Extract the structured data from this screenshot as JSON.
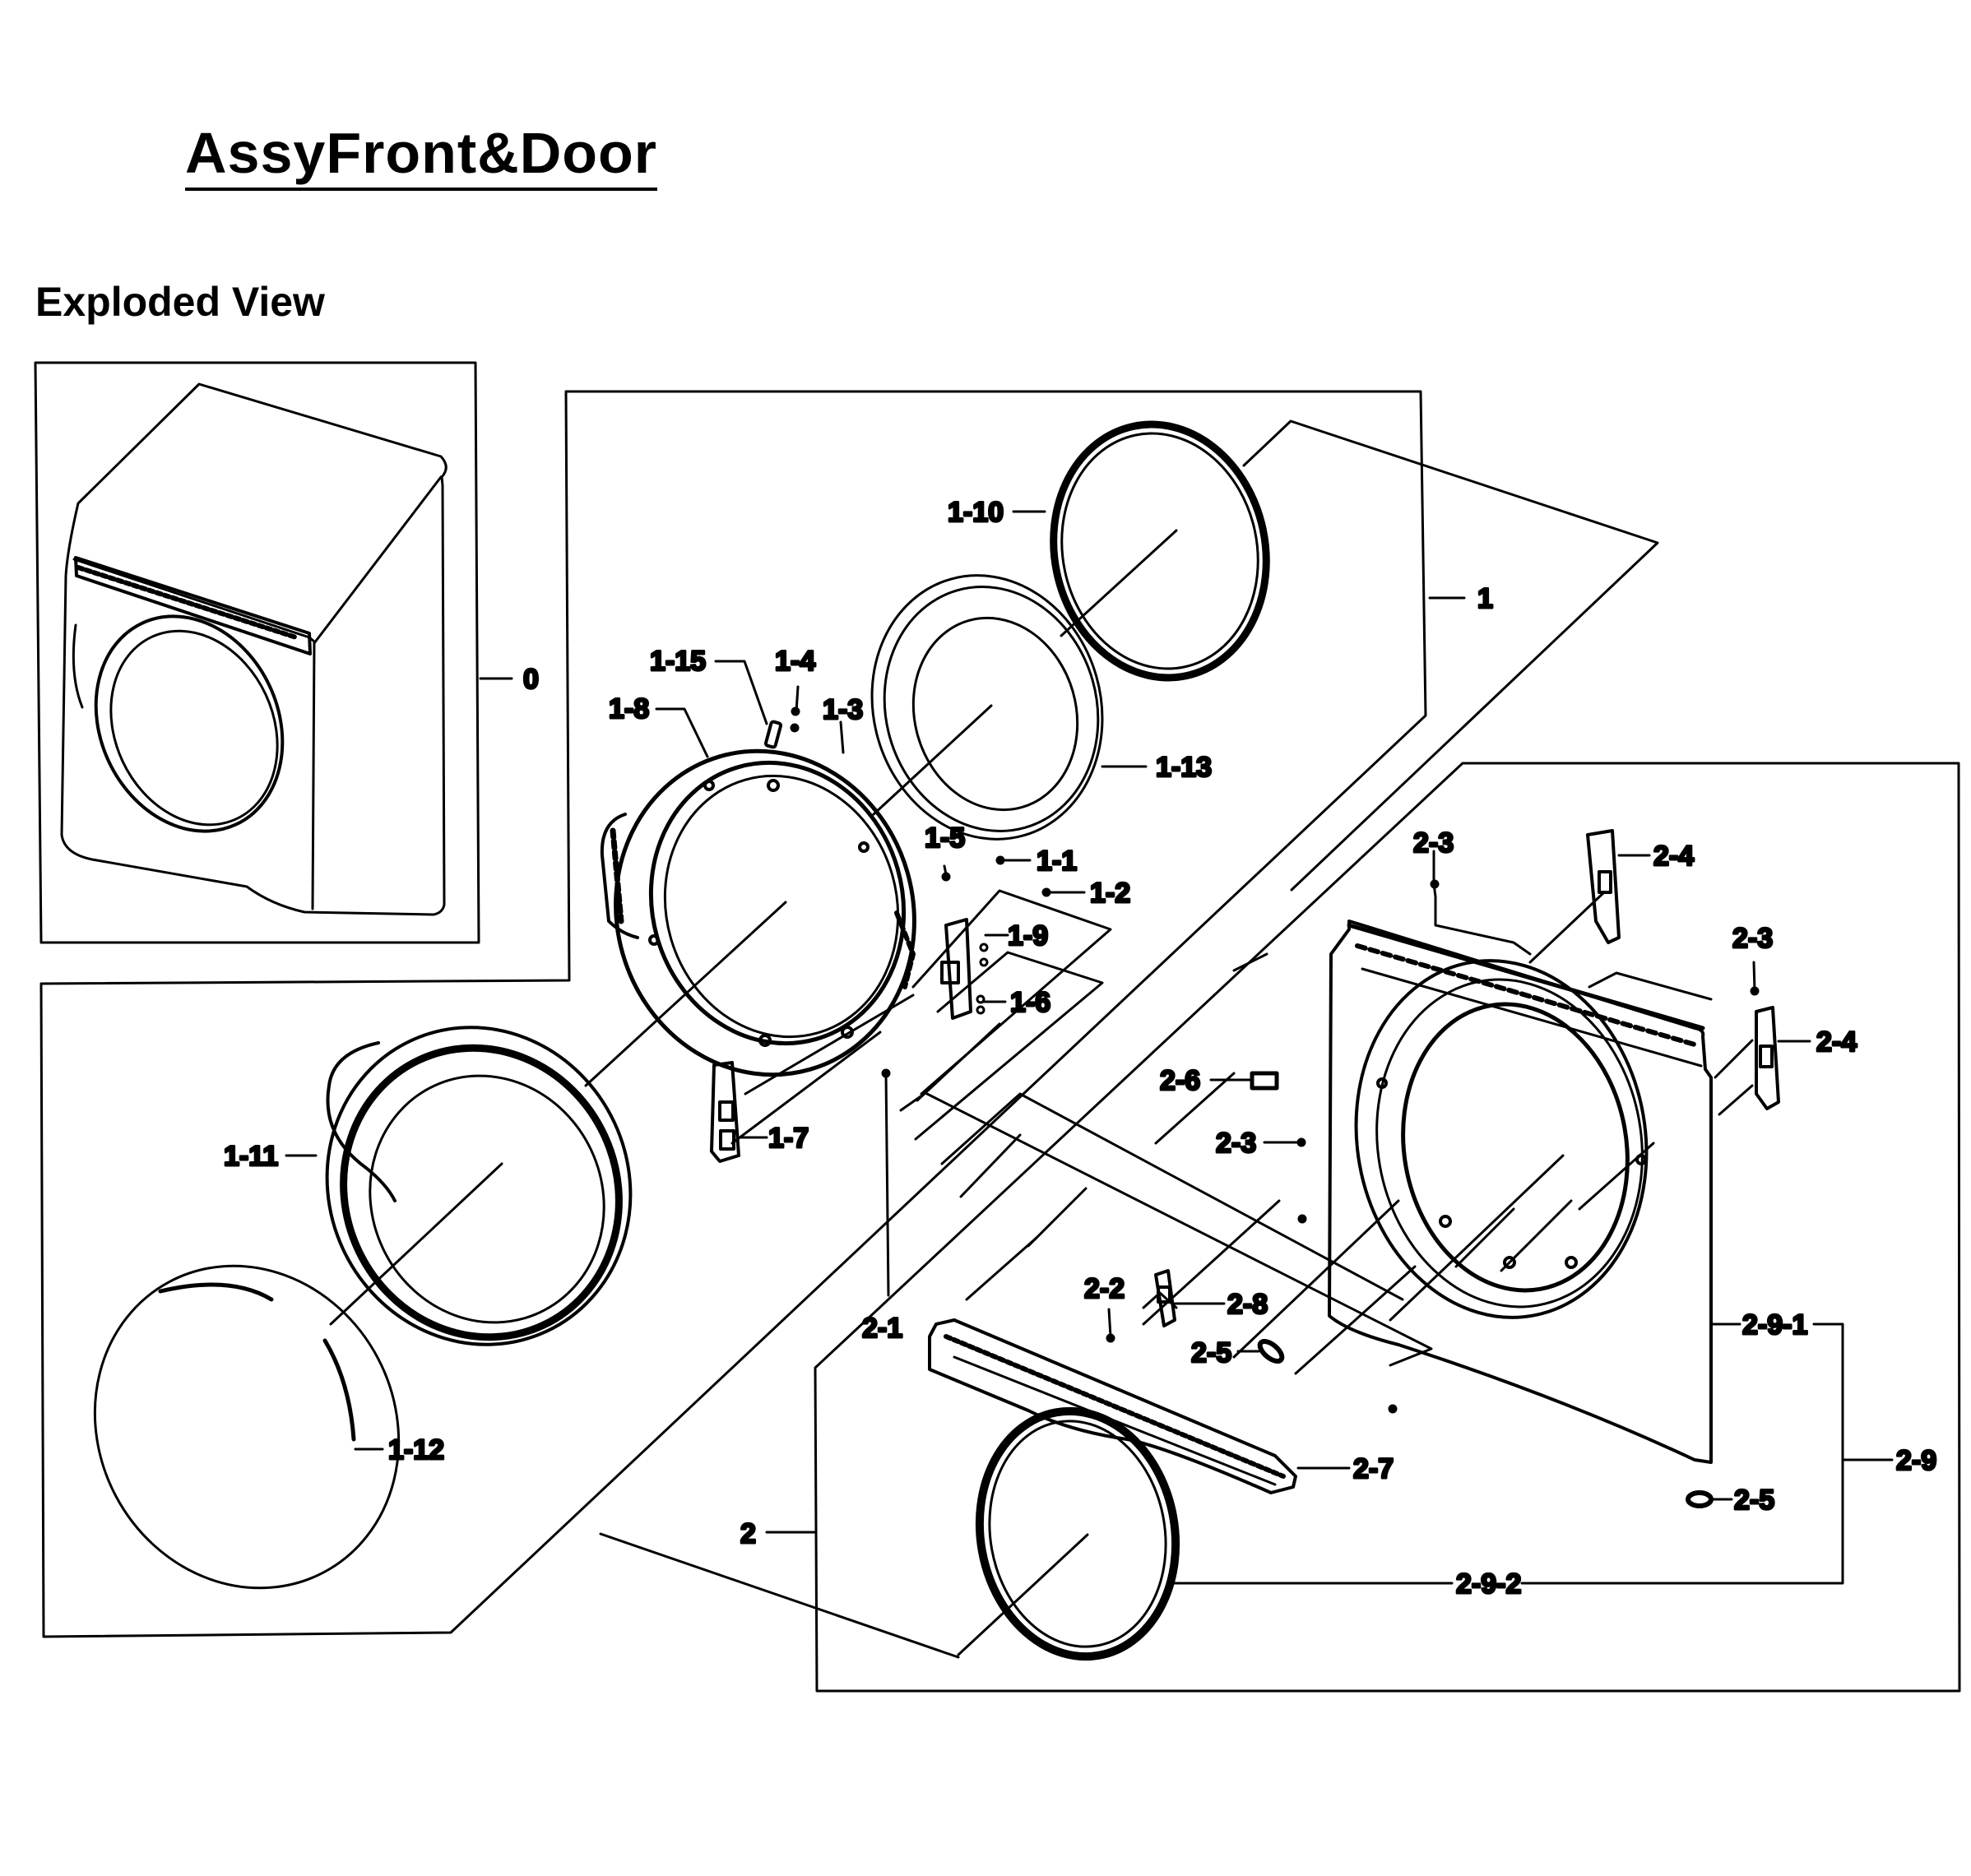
{
  "title": "AssyFront&Door",
  "subtitle": "Exploded View",
  "callouts": [
    {
      "id": "c-0",
      "text": "0"
    },
    {
      "id": "c-1",
      "text": "1"
    },
    {
      "id": "c-1-10",
      "text": "1-10"
    },
    {
      "id": "c-1-15",
      "text": "1-15"
    },
    {
      "id": "c-1-4",
      "text": "1-4"
    },
    {
      "id": "c-1-8",
      "text": "1-8"
    },
    {
      "id": "c-1-3",
      "text": "1-3"
    },
    {
      "id": "c-1-13",
      "text": "1-13"
    },
    {
      "id": "c-1-5",
      "text": "1-5"
    },
    {
      "id": "c-1-1",
      "text": "1-1"
    },
    {
      "id": "c-1-2",
      "text": "1-2"
    },
    {
      "id": "c-1-9",
      "text": "1-9"
    },
    {
      "id": "c-1-6",
      "text": "1-6"
    },
    {
      "id": "c-1-7",
      "text": "1-7"
    },
    {
      "id": "c-1-11",
      "text": "1-11"
    },
    {
      "id": "c-1-12",
      "text": "1-12"
    },
    {
      "id": "c-2-1",
      "text": "2-1"
    },
    {
      "id": "c-2",
      "text": "2"
    },
    {
      "id": "c-2-3a",
      "text": "2-3"
    },
    {
      "id": "c-2-4a",
      "text": "2-4"
    },
    {
      "id": "c-2-3b",
      "text": "2-3"
    },
    {
      "id": "c-2-4b",
      "text": "2-4"
    },
    {
      "id": "c-2-6",
      "text": "2-6"
    },
    {
      "id": "c-2-3c",
      "text": "2-3"
    },
    {
      "id": "c-2-2",
      "text": "2-2"
    },
    {
      "id": "c-2-8",
      "text": "2-8"
    },
    {
      "id": "c-2-5a",
      "text": "2-5"
    },
    {
      "id": "c-2-9-1",
      "text": "2-9-1"
    },
    {
      "id": "c-2-7",
      "text": "2-7"
    },
    {
      "id": "c-2-9",
      "text": "2-9"
    },
    {
      "id": "c-2-5b",
      "text": "2-5"
    },
    {
      "id": "c-2-9-2",
      "text": "2-9-2"
    }
  ]
}
